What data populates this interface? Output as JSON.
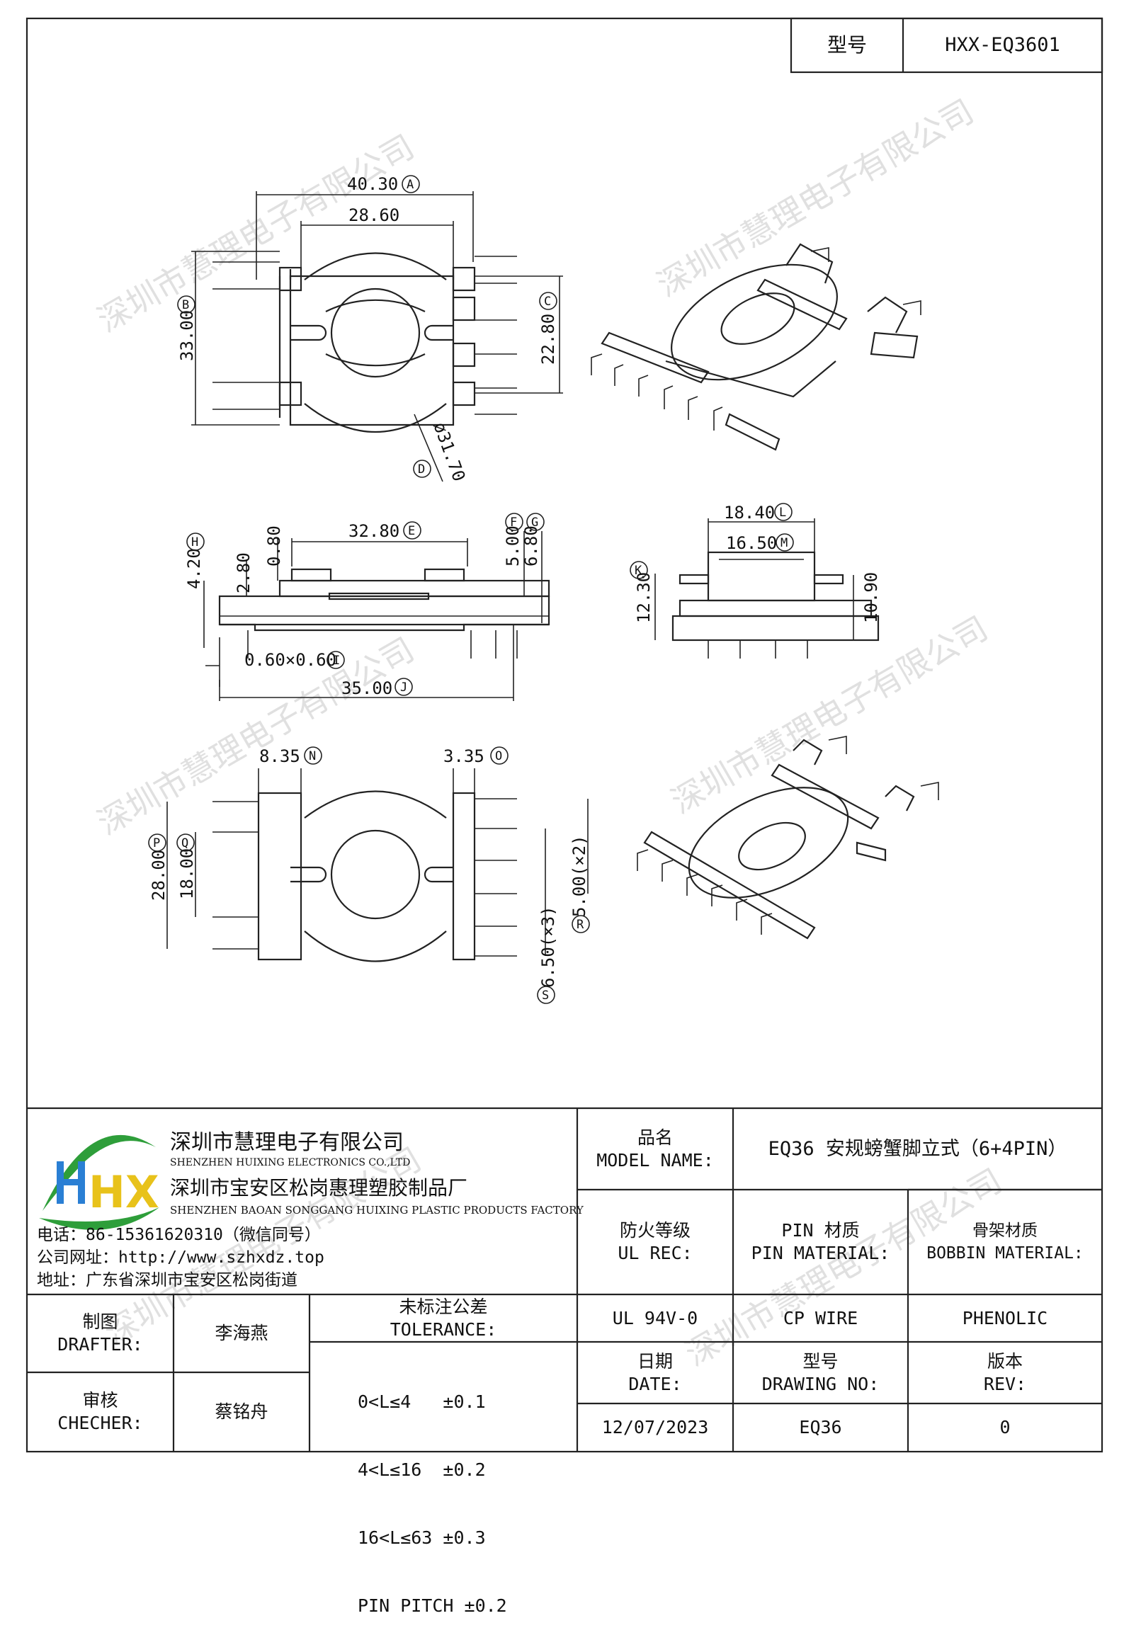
{
  "model_no": {
    "label": "型号",
    "value": "HXX-EQ3601"
  },
  "drawing": {
    "top_view": {
      "dim_A": "40.30",
      "dim_A_tag": "A",
      "dim_28": "28.60",
      "dim_B": "33.00",
      "dim_B_tag": "B",
      "dim_C": "22.80",
      "dim_C_tag": "C",
      "dim_D": "ø31.70",
      "dim_D_tag": "D"
    },
    "side_view": {
      "dim_E": "32.80",
      "dim_E_tag": "E",
      "dim_F": "5.00",
      "dim_F_tag": "F",
      "dim_G": "6.80",
      "dim_G_tag": "G",
      "dim_H": "4.20",
      "dim_H_tag": "H",
      "dim_280": "2.80",
      "dim_080": "0.80",
      "dim_I": "0.60×0.60",
      "dim_I_tag": "I",
      "dim_J": "35.00",
      "dim_J_tag": "J"
    },
    "end_view": {
      "dim_L": "18.40",
      "dim_L_tag": "L",
      "dim_M": "16.50",
      "dim_M_tag": "M",
      "dim_K": "12.30",
      "dim_K_tag": "K",
      "dim_1090": "10.90"
    },
    "bottom_view": {
      "dim_N": "8.35",
      "dim_N_tag": "N",
      "dim_O": "3.35",
      "dim_O_tag": "O",
      "dim_P": "28.00",
      "dim_P_tag": "P",
      "dim_Q": "18.00",
      "dim_Q_tag": "Q",
      "dim_R": "5.00(×2)",
      "dim_R_tag": "R",
      "dim_S": "6.50(×3)",
      "dim_S_tag": "S"
    }
  },
  "watermark": "深圳市慧理电子有限公司",
  "company": {
    "logo_text": "HX",
    "name_cn": "深圳市慧理电子有限公司",
    "name_en": "SHENZHEN HUIXING ELECTRONICS CO.,LTD",
    "factory_cn": "深圳市宝安区松岗惠理塑胶制品厂",
    "factory_en": "SHENZHEN BAOAN SONGGANG HUIXING PLASTIC PRODUCTS FACTORY",
    "phone": "电话：86-15361620310（微信同号）",
    "website": "公司网址：http://www.szhxdz.top",
    "address": "地址：广东省深圳市宝安区松岗街道"
  },
  "title_block": {
    "model_name_cn": "品名",
    "model_name_en": "MODEL NAME:",
    "model_name_value": "EQ36 安规螃蟹脚立式（6+4PIN）",
    "ul_cn": "防火等级",
    "ul_en": "UL REC:",
    "pin_cn": "PIN 材质",
    "pin_en": "PIN MATERIAL:",
    "bobbin_cn": "骨架材质",
    "bobbin_en": "BOBBIN MATERIAL:",
    "ul_value": "UL 94V-0",
    "pin_value": "CP WIRE",
    "bobbin_value": "PHENOLIC",
    "drafter_cn": "制图",
    "drafter_en": "DRAFTER:",
    "drafter_name": "李海燕",
    "checker_cn": "审核",
    "checker_en": "CHECHER:",
    "checker_name": "蔡铭舟",
    "tolerance_cn": "未标注公差",
    "tolerance_en": "TOLERANCE:",
    "tolerance_lines": [
      "0<L≤4   ±0.1",
      "4<L≤16  ±0.2",
      "16<L≤63 ±0.3",
      "PIN PITCH ±0.2"
    ],
    "date_cn": "日期",
    "date_en": "DATE:",
    "date_value": "12/07/2023",
    "drawing_no_cn": "型号",
    "drawing_no_en": "DRAWING NO:",
    "drawing_no_value": "EQ36",
    "rev_cn": "版本",
    "rev_en": "REV:",
    "rev_value": "0"
  }
}
